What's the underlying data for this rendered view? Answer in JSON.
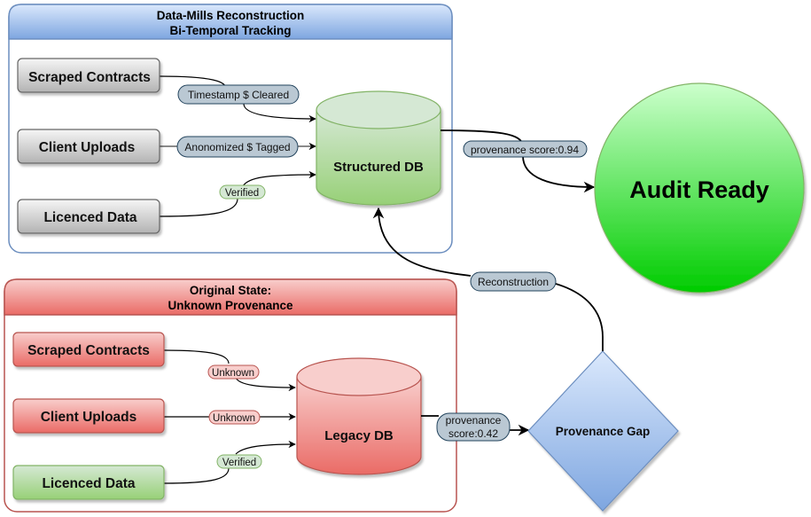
{
  "diagram": {
    "top_group": {
      "title_line1": "Data-Mills Reconstruction",
      "title_line2": "Bi-Temporal Tracking",
      "sources": [
        "Scraped Contracts",
        "Client Uploads",
        "Licenced Data"
      ],
      "edge_labels": [
        "Timestamp $ Cleared",
        "Anonomized $ Tagged",
        "Verified"
      ],
      "database": "Structured DB"
    },
    "bottom_group": {
      "title_line1": "Original State:",
      "title_line2": "Unknown Provenance",
      "sources": [
        "Scraped Contracts",
        "Client Uploads",
        "Licenced Data"
      ],
      "edge_labels": [
        "Unknown",
        "Unknown",
        "Verified"
      ],
      "database": "Legacy DB"
    },
    "audit_ready": "Audit Ready",
    "provenance_gap": "Provenance Gap",
    "score_high_label": "provenance score:0.94",
    "score_low_line1": "provenance",
    "score_low_line2": "score:0.42",
    "reconstruction_label": "Reconstruction",
    "colors": {
      "blue_stroke": "#6c8ebf",
      "red_stroke": "#b85450",
      "green_stroke": "#82b366",
      "gray_stroke": "#666666",
      "label_fill": "#bac8d3",
      "label_stroke": "#23445d",
      "audit_green": "#00cc00"
    }
  }
}
